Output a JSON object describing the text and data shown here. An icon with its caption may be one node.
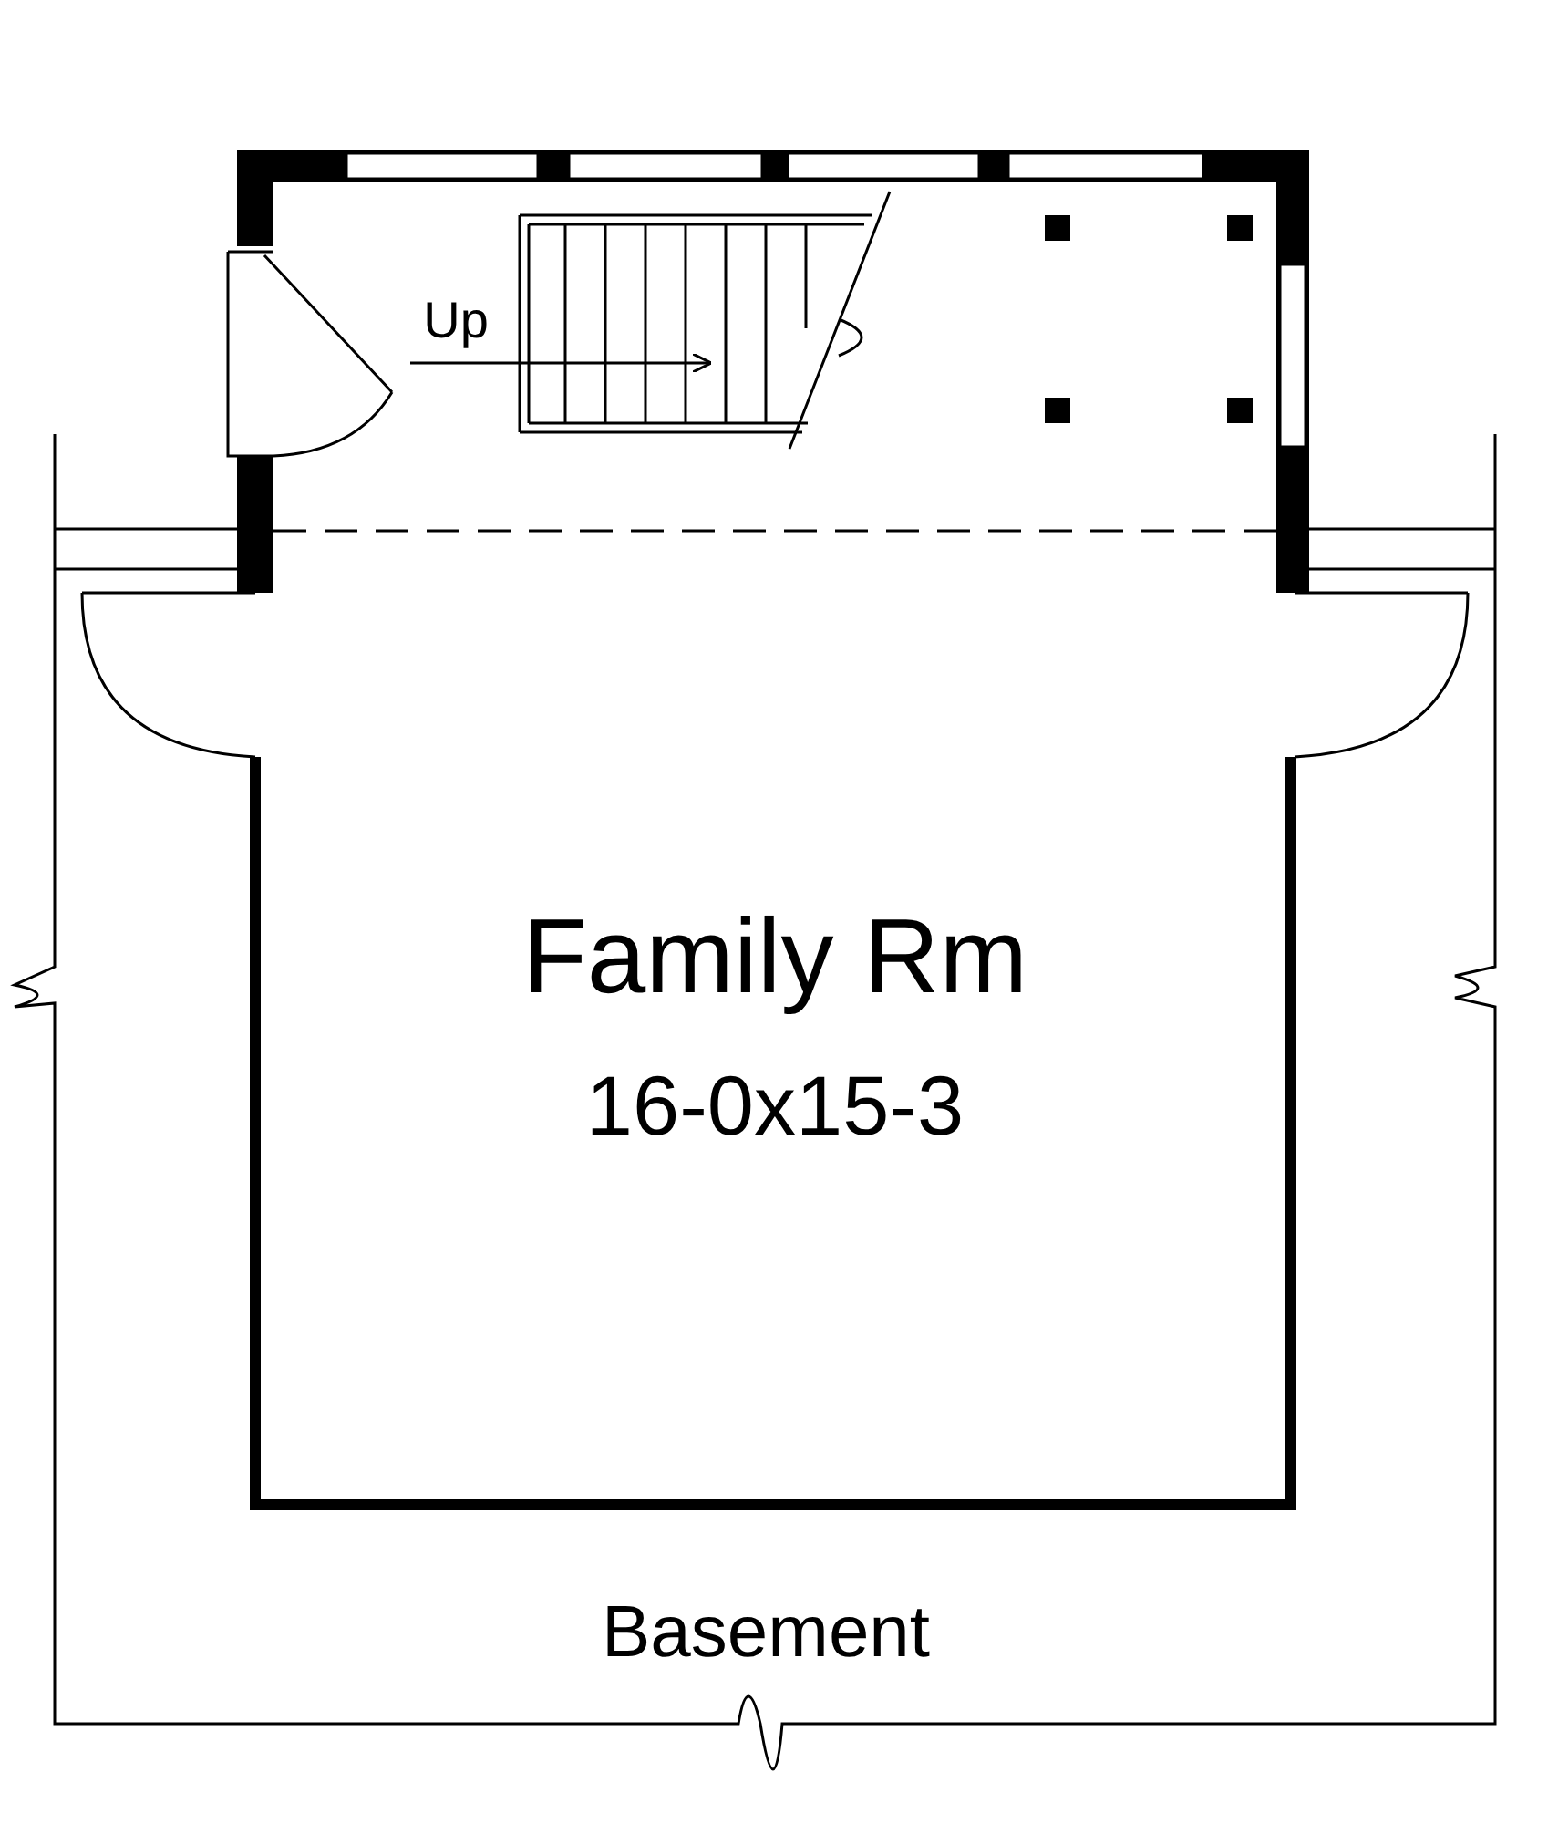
{
  "diagram": {
    "labels": [
      "Up",
      "Family Rm",
      "16-0x15-3",
      "Basement"
    ]
  }
}
